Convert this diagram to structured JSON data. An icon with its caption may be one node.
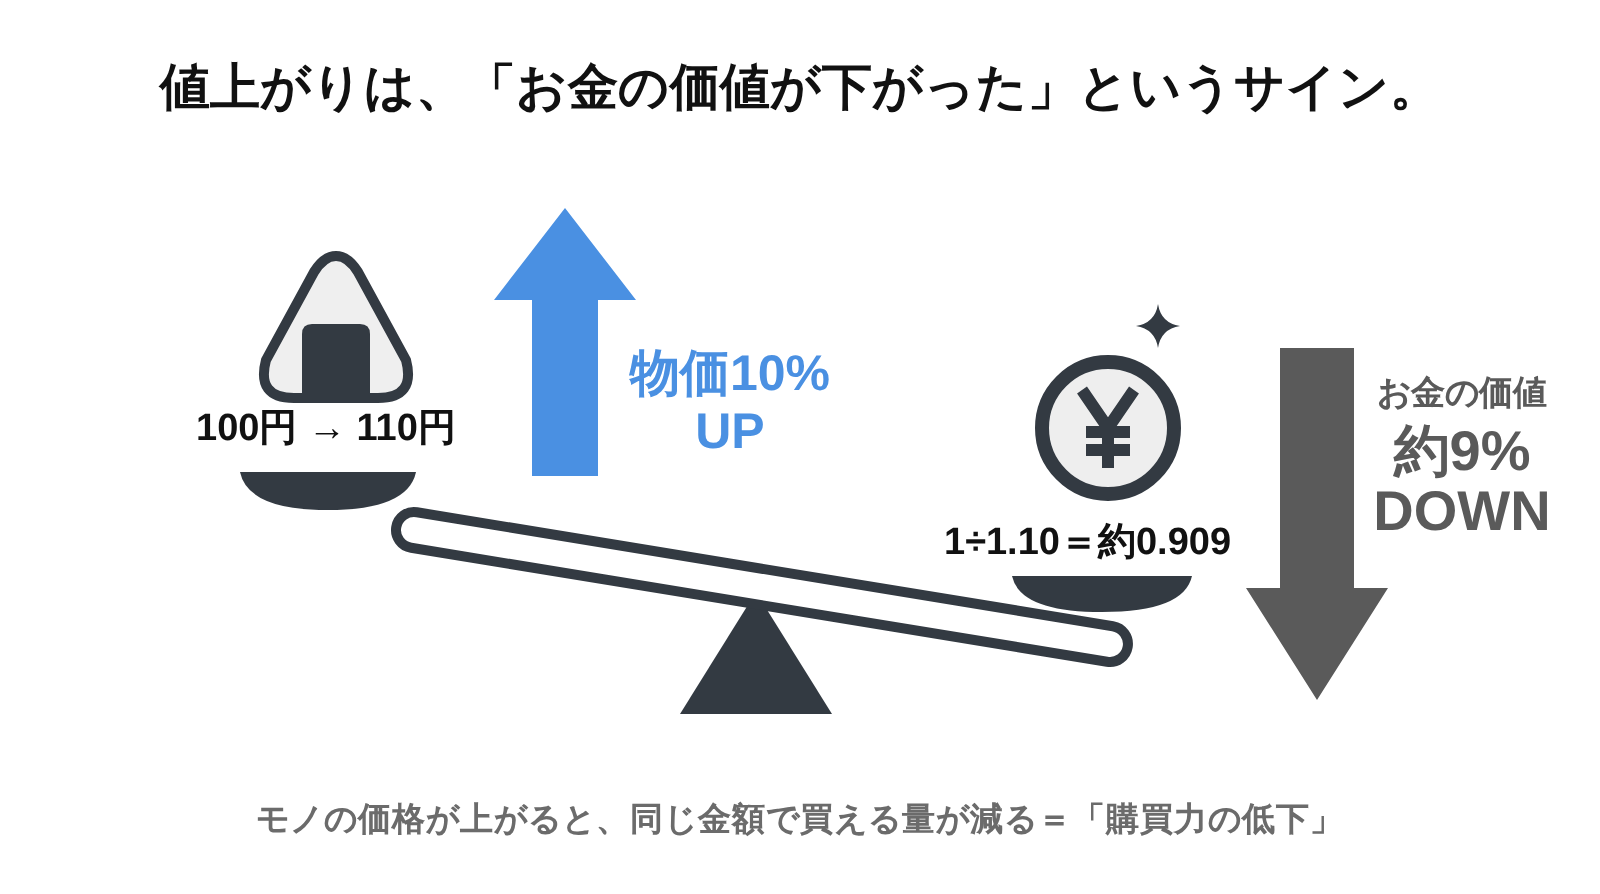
{
  "diagram": {
    "title": "値上がりは、「お金の価値が下がった」というサイン。",
    "caption": "モノの価格が上がると、同じ金額で買える量が減る＝「購買力の低下」",
    "labels": [
      "100円 → 110円",
      "物価10% UP",
      "1÷1.10＝約0.909",
      "お金の価値",
      "約9% DOWN"
    ]
  }
}
